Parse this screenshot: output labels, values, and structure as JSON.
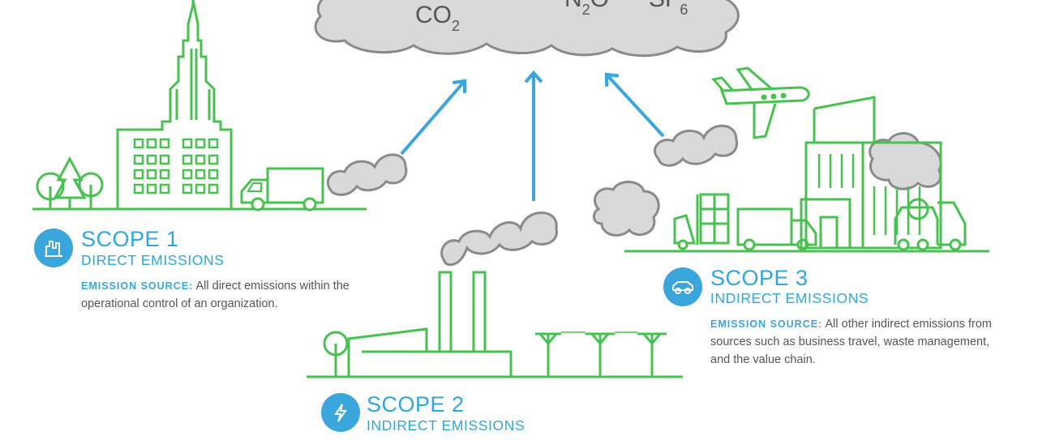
{
  "cloud": {
    "gases": [
      {
        "base": "CO",
        "sub": "2"
      },
      {
        "base": "N",
        "sub": "2",
        "tail": "O"
      },
      {
        "base": "SF",
        "sub": "6"
      }
    ]
  },
  "scope1": {
    "title": "SCOPE 1",
    "subtitle": "DIRECT EMISSIONS",
    "source_label": "EMISSION SOURCE:",
    "source_text": "All direct emissions within the operational control of an organization."
  },
  "scope2": {
    "title": "SCOPE 2",
    "subtitle": "INDIRECT EMISSIONS"
  },
  "scope3": {
    "title": "SCOPE 3",
    "subtitle": "INDIRECT EMISSIONS",
    "source_label": "EMISSION SOURCE:",
    "source_text": "All other indirect emissions from sources such as business travel, waste management, and the value chain."
  },
  "colors": {
    "green": "#47c24f",
    "blue": "#3aa6dc",
    "cloud_fill": "#d9d9d9",
    "cloud_stroke": "#8a8a8a"
  }
}
